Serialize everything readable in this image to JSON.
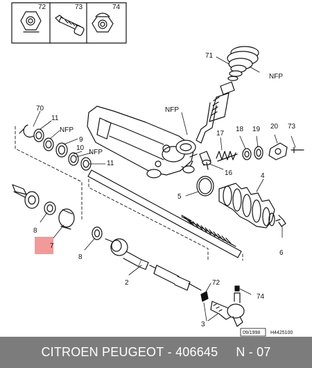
{
  "callouts": {
    "c72_top": "72",
    "c73_top": "73",
    "c74_top": "74",
    "c71": "71",
    "nfp_right": "NFP",
    "nfp_mid": "NFP",
    "c70": "70",
    "c11_a": "11",
    "nfp_left": "NFP",
    "c9": "9",
    "nfp_small": "NFP",
    "c10": "10",
    "c11_b": "11",
    "c17": "17",
    "c18": "18",
    "c19": "19",
    "c20": "20",
    "c73_right": "73",
    "c16": "16",
    "c5": "5",
    "c4": "4",
    "c8_left": "8",
    "c7": "7",
    "c8_mid": "8",
    "c6": "6",
    "c2": "2",
    "c72_low": "72",
    "c74_low": "74",
    "c3": "3"
  },
  "stamp_date": "09/1998",
  "stamp_code": "H4425100",
  "footer": {
    "brand": "CITROEN PEUGEOT",
    "separator": " - ",
    "part_number": "406645",
    "gap": "     ",
    "page": "N - 07"
  },
  "colors": {
    "background": "#ffffff",
    "ink": "#111111",
    "footer_bg": "#7c7c7c",
    "footer_text": "#ffffff",
    "highlight": "#f29a9a"
  }
}
